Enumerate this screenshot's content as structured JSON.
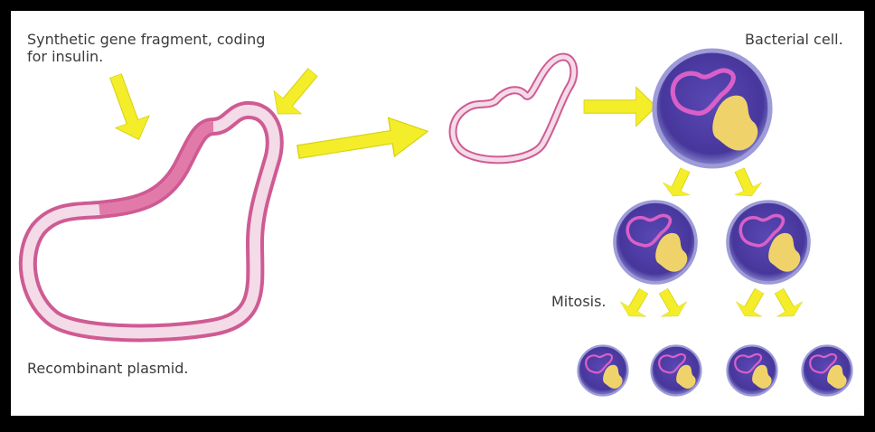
{
  "labels": {
    "gene_fragment_line1": "Synthetic gene fragment, coding",
    "gene_fragment_line2": "for insulin.",
    "bacterial_cell": "Bacterial cell.",
    "mitosis": "Mitosis.",
    "recombinant_plasmid": "Recombinant plasmid."
  },
  "colors": {
    "plasmid_outline": "#d05a94",
    "plasmid_fill": "#f3d6e6",
    "gene_segment": "#e07aa8",
    "arrow": "#f4ee2a",
    "cell_fill": "#4a3aa0",
    "cell_edge": "#8c8ad0",
    "nucleus": "#f0d870",
    "cell_plasmid": "#d462c8"
  },
  "icons": [
    "recombinant-plasmid-icon",
    "small-plasmid-icon",
    "bacterial-cell-icon",
    "arrow-icon"
  ]
}
